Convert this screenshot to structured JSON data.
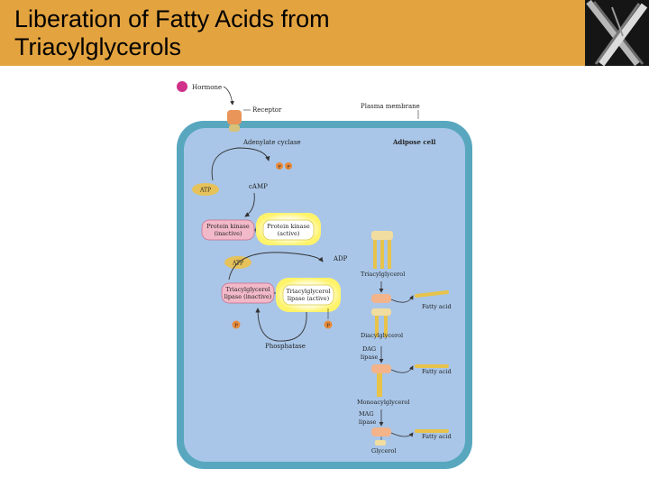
{
  "slide": {
    "title": "Liberation of Fatty Acids from\nTriacylglycerols"
  },
  "colors": {
    "header": "#e3a33f",
    "cell_border": "#58a7bf",
    "cytoplasm": "#a9c6e8",
    "inactive": "#f2b9c8",
    "active_glow": "#fff79a",
    "fatty_acid": "#e8c34a",
    "phosphate": "#e98a3a"
  },
  "diagram": {
    "hormone": "Hormone",
    "receptor": "Receptor",
    "plasma_membrane": "Plasma membrane",
    "adipose_cell": "Adipose cell",
    "adenylate_cyclase": "Adenylate cyclase",
    "pp": [
      "P",
      "P"
    ],
    "atp_1": "ATP",
    "camp": "cAMP",
    "pk_inactive": [
      "Protein kinase",
      "(inactive)"
    ],
    "pk_active": [
      "Protein kinase",
      "(active)"
    ],
    "atp_2": "ATP",
    "adp": "ADP",
    "tl_inactive": [
      "Triacylglycerol",
      "lipase (inactive)"
    ],
    "tl_active": [
      "Triacylglycerol",
      "lipase (active)"
    ],
    "p_left": "P",
    "p_right": "P",
    "phosphatase": "Phosphatase",
    "triacylglycerol": "Triacylglycerol",
    "fatty_acid_1": "Fatty acid",
    "diacylglycerol": "Diacylglycerol",
    "dag_lipase": [
      "DAG",
      "lipase"
    ],
    "fatty_acid_2": "Fatty acid",
    "monoacylglycerol": "Monoacylglycerol",
    "mag_lipase": [
      "MAG",
      "lipase"
    ],
    "fatty_acid_3": "Fatty acid",
    "glycerol": "Glycerol"
  }
}
